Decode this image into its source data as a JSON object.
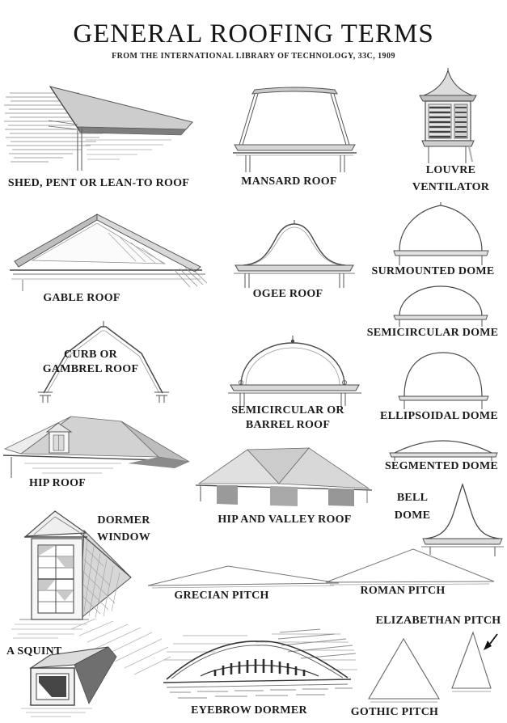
{
  "header": {
    "title": "GENERAL ROOFING TERMS",
    "subtitle": "FROM THE INTERNATIONAL LIBRARY OF TECHNOLOGY, 33C, 1909"
  },
  "colors": {
    "paper": "#ffffff",
    "ink": "#1a1a1a",
    "sketch_gray": "#9a9a9a"
  },
  "figures": {
    "shed": {
      "label": "SHED, PENT OR LEAN-TO ROOF"
    },
    "mansard": {
      "label": "MANSARD ROOF"
    },
    "louvre": {
      "label": "LOUVRE VENTILATOR"
    },
    "gable": {
      "label": "GABLE ROOF"
    },
    "ogee": {
      "label": "OGEE ROOF"
    },
    "surmounted": {
      "label": "SURMOUNTED DOME"
    },
    "semidome": {
      "label": "SEMICIRCULAR DOME"
    },
    "gambrel": {
      "label": "CURB OR GAMBREL ROOF"
    },
    "barrel": {
      "label": "SEMICIRCULAR OR BARREL ROOF"
    },
    "ellipsoidal": {
      "label": "ELLIPSOIDAL DOME"
    },
    "hip": {
      "label": "HIP ROOF"
    },
    "segmented": {
      "label": "SEGMENTED DOME"
    },
    "bell": {
      "label": "BELL DOME"
    },
    "dormer": {
      "label": "DORMER WINDOW"
    },
    "hipvalley": {
      "label": "HIP AND VALLEY ROOF"
    },
    "grecian": {
      "label": "GRECIAN PITCH"
    },
    "roman": {
      "label": "ROMAN PITCH"
    },
    "elizabethan": {
      "label": "ELIZABETHAN PITCH"
    },
    "squint": {
      "label": "A SQUINT"
    },
    "eyebrow": {
      "label": "EYEBROW DORMER"
    },
    "gothic": {
      "label": "GOTHIC PITCH"
    }
  }
}
